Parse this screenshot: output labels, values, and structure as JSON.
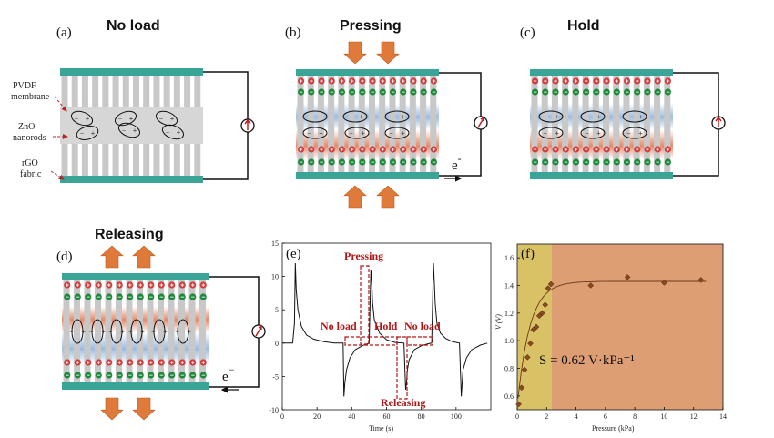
{
  "panels": {
    "a": {
      "letter": "(a)",
      "title": "No load",
      "side_labels": [
        "PVDF",
        "membrane",
        "ZnO",
        "nanorods",
        "rGO",
        "fabric"
      ]
    },
    "b": {
      "letter": "(b)",
      "title": "Pressing",
      "electron": "e"
    },
    "c": {
      "letter": "(c)",
      "title": "Hold"
    },
    "d": {
      "letter": "(d)",
      "title": "Releasing",
      "electron": "e"
    },
    "e": {
      "letter": "(e)",
      "labels": {
        "pressing": "Pressing",
        "noload1": "No load",
        "hold": "Hold",
        "noload2": "No load",
        "releasing": "Releasing"
      }
    },
    "f": {
      "letter": "(f)",
      "annotation": "S = 0.62 V·kPa⁻¹"
    }
  },
  "colors": {
    "plate": "#3aa597",
    "rod": "#c8c8c8",
    "arrow": "#e07a3a",
    "plus": "#d23b3b",
    "minus": "#1d8a3a",
    "shade_yellow": "#d9c265",
    "shade_orange": "#de9e74",
    "red_text": "#b01818"
  },
  "chart_data": [
    {
      "type": "line",
      "xlabel": "Time (s)",
      "ylabel": "",
      "xlim": [
        0,
        120
      ],
      "ylim": [
        -10,
        15
      ],
      "xticks": [
        0,
        20,
        40,
        60,
        80,
        100
      ],
      "yticks": [
        -10,
        -5,
        0,
        5,
        10,
        15
      ],
      "series": [
        {
          "x": [
            0,
            6,
            7,
            7.5,
            8,
            9,
            11,
            14,
            18,
            24,
            30,
            35,
            35.5,
            36,
            37,
            39,
            42,
            46,
            50,
            51,
            51.5,
            52,
            53,
            56,
            60,
            65,
            70,
            71,
            71.5,
            72,
            73,
            76,
            80,
            84,
            86,
            87,
            87.5,
            88,
            89,
            91,
            94,
            98,
            102,
            103,
            103.5,
            104,
            106,
            109,
            114,
            118
          ],
          "y": [
            0,
            0,
            3,
            12,
            8,
            5,
            2.5,
            1.2,
            0.6,
            0.2,
            0,
            0,
            -8,
            -6,
            -4,
            -2.2,
            -1,
            -0.4,
            0,
            11,
            9,
            6,
            3.5,
            1.5,
            0.5,
            0.1,
            0,
            -7,
            -6,
            -4,
            -2.5,
            -1,
            -0.4,
            -0.1,
            0,
            12,
            9,
            6,
            3,
            1.5,
            0.7,
            0.2,
            0,
            -8,
            -6,
            -4,
            -2.2,
            -1,
            -0.3,
            0
          ]
        }
      ]
    },
    {
      "type": "scatter",
      "xlabel": "Pressure (kPa)",
      "ylabel": "V (V)",
      "xlim": [
        0,
        14
      ],
      "ylim": [
        0.5,
        1.7
      ],
      "xticks": [
        0,
        2,
        4,
        6,
        8,
        10,
        12,
        14
      ],
      "yticks": [
        0.6,
        0.8,
        1.0,
        1.2,
        1.4,
        1.6
      ],
      "series": [
        {
          "x": [
            0.1,
            0.3,
            0.5,
            0.7,
            0.9,
            1.1,
            1.3,
            1.5,
            1.7,
            1.9,
            2.1,
            2.3,
            5.0,
            7.5,
            10.0,
            12.5
          ],
          "y": [
            0.54,
            0.66,
            0.79,
            0.88,
            0.98,
            1.08,
            1.1,
            1.18,
            1.2,
            1.26,
            1.38,
            1.41,
            1.4,
            1.46,
            1.42,
            1.44
          ]
        }
      ]
    }
  ]
}
